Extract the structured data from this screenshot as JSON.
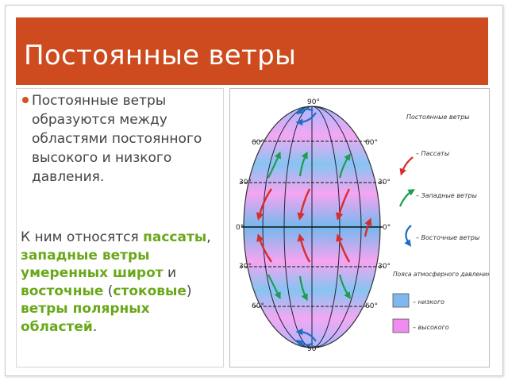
{
  "title": "Постоянные ветры",
  "text": {
    "bullet": "Постоянные ветры образуются между областями постоянного высокого и низкого давления.",
    "p2_start": "К ним относятся ",
    "t1": "пассаты",
    "c1": ", ",
    "t2": "западные ветры умеренных широт",
    "c2": " и ",
    "t3": "восточные",
    "c3": " (",
    "t4": "стоковые",
    "c4": ") ",
    "t5": "ветры полярных областей",
    "end": "."
  },
  "figure": {
    "latitudes_left": [
      "90°",
      "60°",
      "30°",
      "0°",
      "30°",
      "60°",
      "90°"
    ],
    "latitudes_right": [
      "60°",
      "30°",
      "0°",
      "30°",
      "60°"
    ],
    "legend_title": "Постоянные ветры",
    "winds": [
      {
        "label": "– Пассаты",
        "color": "#d62d2d"
      },
      {
        "label": "– Западные ветры",
        "color": "#1f9c50"
      },
      {
        "label": "– Восточные ветры",
        "color": "#1b6fc4"
      }
    ],
    "pressure_title": "Пояса атмосферного давления",
    "pressure": [
      {
        "label": "– низкого",
        "color": "#7fb7ee"
      },
      {
        "label": "– высокого",
        "color": "#f08cf0"
      }
    ]
  }
}
